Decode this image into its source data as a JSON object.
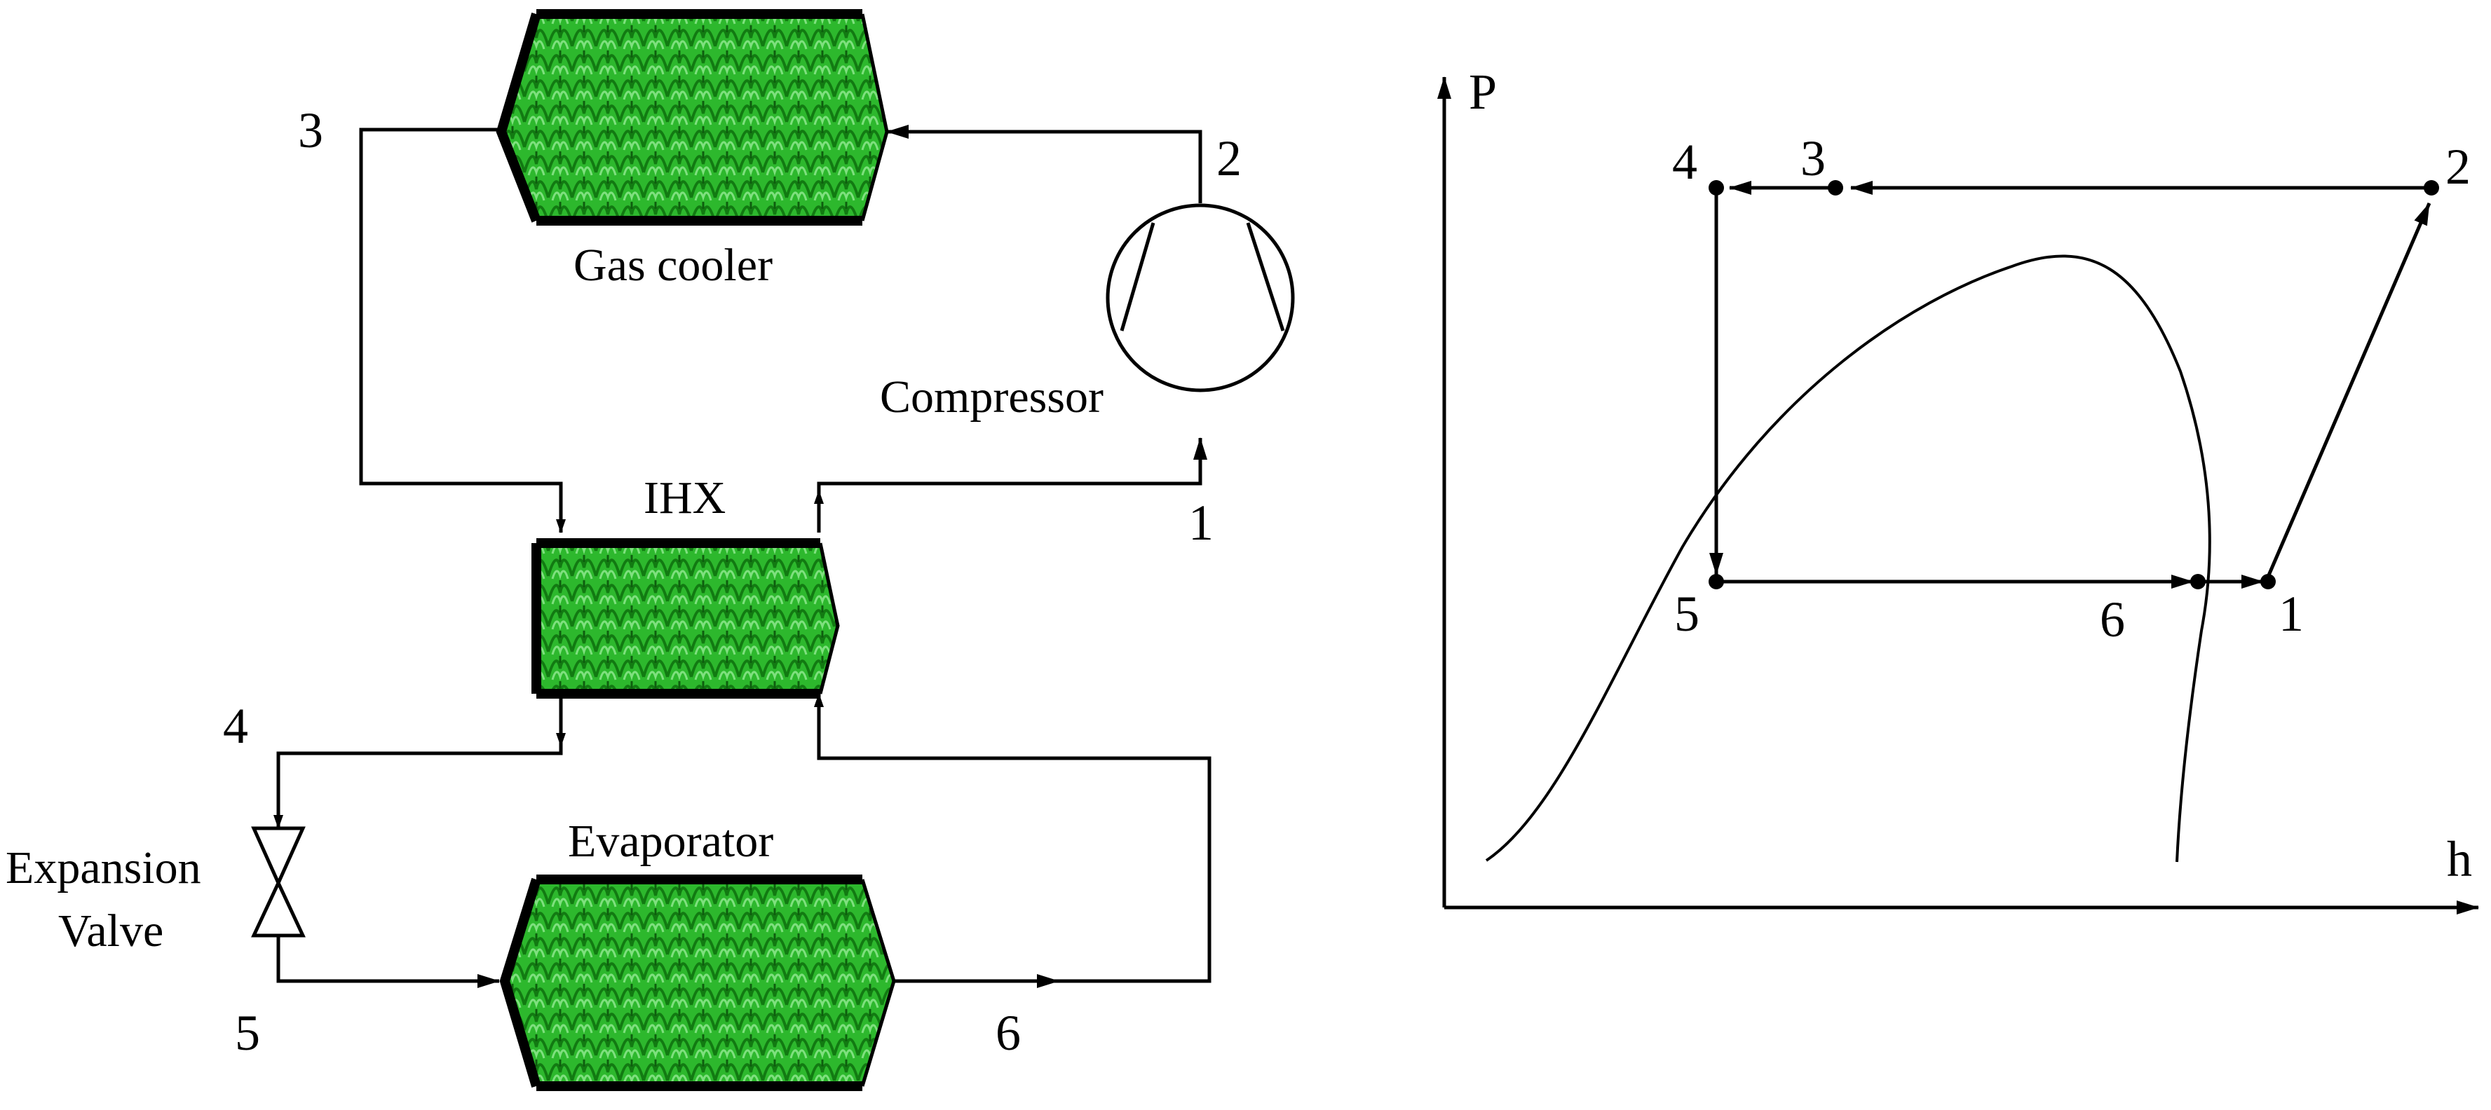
{
  "schematic": {
    "labels": {
      "gas_cooler": "Gas cooler",
      "compressor": "Compressor",
      "ihx": "IHX",
      "evaporator": "Evaporator",
      "expansion_line1": "Expansion",
      "expansion_line2": "Valve"
    },
    "state_points": {
      "p1": "1",
      "p2": "2",
      "p3": "3",
      "p4": "4",
      "p5": "5",
      "p6": "6"
    }
  },
  "ph_diagram": {
    "y_axis": "P",
    "x_axis": "h",
    "state_points": {
      "p1": "1",
      "p2": "2",
      "p3": "3",
      "p4": "4",
      "p5": "5",
      "p6": "6"
    }
  },
  "colors": {
    "coil": "#2db82d",
    "coil_dark": "#127a12",
    "line": "#000000"
  }
}
